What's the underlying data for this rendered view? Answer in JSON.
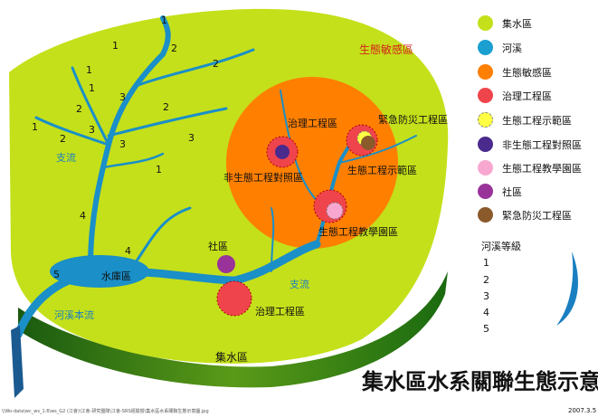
{
  "title": "集水區水系關聯生態示意圖",
  "date": "2007.3.5",
  "file_path": "\\\\Wo-data\\wc_ws_1.6\\ws_G2 (江會)\\江會-研究團隊\\江會-SRS經驗營\\集水區水系關聯生態示意圖.jpg",
  "map_labels": {
    "eco_sensitive": "生態敏感區",
    "tributary1": "支流",
    "tributary2": "支流",
    "main_stream": "河溪本流",
    "reservoir": "水庫區",
    "catchment": "集水區",
    "community": "社區",
    "treatment1": "治理工程區",
    "treatment2": "治理工程區",
    "nonecological": "非生態工程對照區",
    "emergency": "緊急防災工程區",
    "demo": "生態工程示範區",
    "teaching": "生態工程教學園區"
  },
  "stream_orders": [
    "1",
    "1",
    "1",
    "1",
    "1",
    "1",
    "2",
    "2",
    "2",
    "2",
    "2",
    "3",
    "3",
    "3",
    "3",
    "4",
    "4",
    "5"
  ],
  "legend": {
    "items": [
      {
        "label": "集水區",
        "color": "#c4e01a"
      },
      {
        "label": "河溪",
        "color": "#1a9fd0"
      },
      {
        "label": "生態敏感區",
        "color": "#ff7f00"
      },
      {
        "label": "治理工程區",
        "color": "#f0444c"
      },
      {
        "label": "生態工程示範區",
        "color": "#ffff44"
      },
      {
        "label": "非生態工程對照區",
        "color": "#4a2a8c"
      },
      {
        "label": "生態工程教學園區",
        "color": "#f8a8d0"
      },
      {
        "label": "社區",
        "color": "#993399"
      },
      {
        "label": "緊急防災工程區",
        "color": "#8b5a2b"
      }
    ],
    "order_title": "河溪等級",
    "orders": [
      "1",
      "2",
      "3",
      "4",
      "5"
    ]
  }
}
